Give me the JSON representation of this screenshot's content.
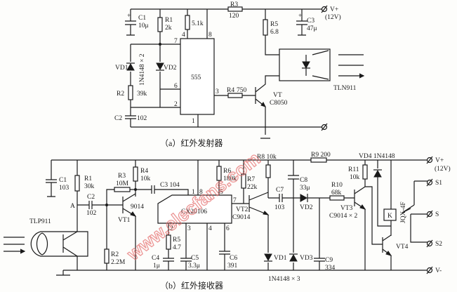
{
  "transmitter": {
    "caption": "（a）红外发射器",
    "labels": {
      "r3": "R3",
      "r3_val": "120",
      "c1": "C1",
      "c1_val": "10μ",
      "r1": "R1",
      "r1_val": "2k",
      "r_pin4_val": "5.1k",
      "pin4": "4",
      "pin8": "8",
      "pin7": "7",
      "pin6": "6",
      "pin2": "2",
      "pin3": "3",
      "pin1": "1",
      "chip": "555",
      "vd1": "VD1",
      "vd2": "VD2",
      "diode_type": "1N4148 × 2",
      "r2": "R2",
      "r2_val": "39k",
      "c2": "C2",
      "c2_val": "102",
      "r4": "R4",
      "r4_val": "750",
      "vt": "VT",
      "vt_type": "C8050",
      "r5": "R5",
      "r5_val": "6.8",
      "c3": "C3",
      "c3_val": "47μ",
      "vplus": "V+",
      "voltage": "(12V)",
      "led": "TLN911"
    }
  },
  "receiver": {
    "caption": "（b）红外接收器",
    "labels": {
      "c1": "C1",
      "c1_val": "103",
      "r1": "R1",
      "r1_val": "30k",
      "node_a": "A",
      "c2": "C2",
      "c2_val": "102",
      "r3": "R3",
      "r3_val": "10M",
      "r4": "R4",
      "r4_val": "10k",
      "vt1_type": "9014",
      "vt1": "VT1",
      "c3": "C3 104",
      "sensor": "TLP911",
      "r2": "R2",
      "r2_val": "2.2M",
      "chip": "CX20106",
      "pin1": "1",
      "pin8": "8",
      "pin5": "5",
      "pin7": "7",
      "pin2": "2",
      "pin3": "3",
      "pin4": "4",
      "pin6": "6",
      "r5": "R5",
      "r5_val": "4.7",
      "c4": "C4",
      "c4_val": "1μ",
      "c5": "C5",
      "c5_val": "3.3μ",
      "c6": "C6",
      "c6_val": "391",
      "r6": "R6",
      "r6_val": "180k",
      "r7": "R7",
      "r7_val": "22k",
      "r8": "R8 10k",
      "vt2": "VT2",
      "vt2_type": "C9014",
      "c7": "C7",
      "c7_val": "103",
      "c8": "C8",
      "c8_val": "33μ",
      "vd1": "VD1",
      "vd2": "VD2",
      "vd3": "VD3",
      "diodes_type": "1N4148 × 3",
      "c9": "C9",
      "c9_val": "334",
      "r9": "R9 200",
      "r10": "R10",
      "r10_val": "68k",
      "r11": "R11",
      "r11_val": "10k",
      "vt3": "VT3",
      "vt34_type": "C9014 × 2",
      "vd4": "VD4 1N4148",
      "relay": "K",
      "relay_type": "JQX-4F",
      "vt4": "VT4",
      "vplus": "V+",
      "voltage": "(12V)",
      "vminus": "V-",
      "s1": "S1",
      "s": "S",
      "s2": "S2"
    }
  },
  "watermark": "www.elecfans.com"
}
